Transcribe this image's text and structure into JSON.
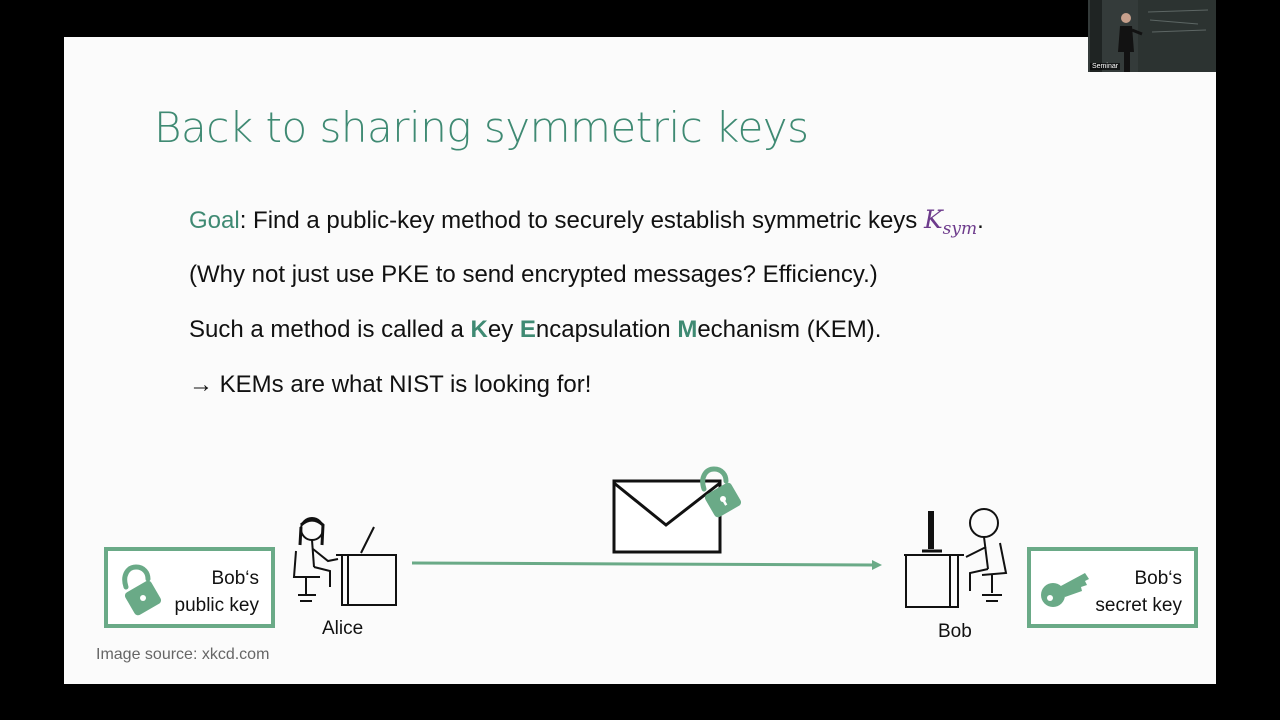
{
  "slide": {
    "title": "Back to sharing symmetric keys",
    "goal_label": "Goal",
    "goal_text": ": Find a public-key method to securely establish symmetric keys ",
    "goal_math_base": "K",
    "goal_math_sub": "sym",
    "goal_end": ".",
    "why_line": "(Why not just use PKE to send encrypted messages? Efficiency.)",
    "kem_prefix": "Such a method is called a ",
    "kem_k": "K",
    "kem_ey": "ey ",
    "kem_e": "E",
    "kem_ncap": "ncapsulation ",
    "kem_m": "M",
    "kem_rest": "echanism (KEM).",
    "nist_line": "→ KEMs are what NIST is looking for!",
    "public_key_box": "Bob‘s\npublic key",
    "secret_key_box": "Bob‘s\nsecret key",
    "alice_label": "Alice",
    "bob_label": "Bob",
    "image_source": "Image source: xkcd.com"
  },
  "webcam": {
    "label": "Seminar"
  },
  "colors": {
    "accent": "#3f8a73",
    "box_border": "#6aaa87",
    "math": "#6d3b8c"
  },
  "icons": [
    "lock-icon",
    "key-icon",
    "envelope-icon",
    "arrow-icon"
  ]
}
